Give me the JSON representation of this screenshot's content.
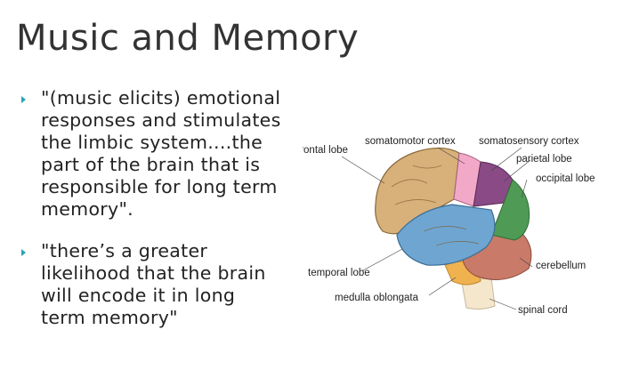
{
  "slide": {
    "title": "Music and Memory",
    "bullets": [
      {
        "lines": [
          "\"(music elicits) emotional",
          "responses and stimulates",
          "the limbic system....the",
          "part of the brain that is",
          "responsible for long term",
          "memory\"."
        ]
      },
      {
        "lines": [
          " \"there’s a greater",
          "likelihood that the brain",
          "will encode it in long",
          "term memory\""
        ]
      }
    ]
  },
  "diagram": {
    "labels": {
      "frontal_lobe": "frontal lobe",
      "somatomotor_cortex": "somatomotor cortex",
      "somatosensory_cortex": "somatosensory cortex",
      "parietal_lobe": "parietal lobe",
      "occipital_lobe": "occipital lobe",
      "temporal_lobe": "temporal lobe",
      "cerebellum": "cerebellum",
      "medulla_oblongata": "medulla oblongata",
      "spinal_cord": "spinal cord"
    },
    "colors": {
      "frontal": "#d8b07a",
      "somatomotor": "#f2a9c8",
      "somatosensory": "#8a4a86",
      "parietal": "#8a4a86",
      "occipital": "#4f9a55",
      "temporal": "#6fa6d1",
      "cerebellum": "#c97a68",
      "medulla": "#f0b24e",
      "spinal": "#f4e7cc",
      "bullet_marker": "#2aa3b8"
    }
  }
}
